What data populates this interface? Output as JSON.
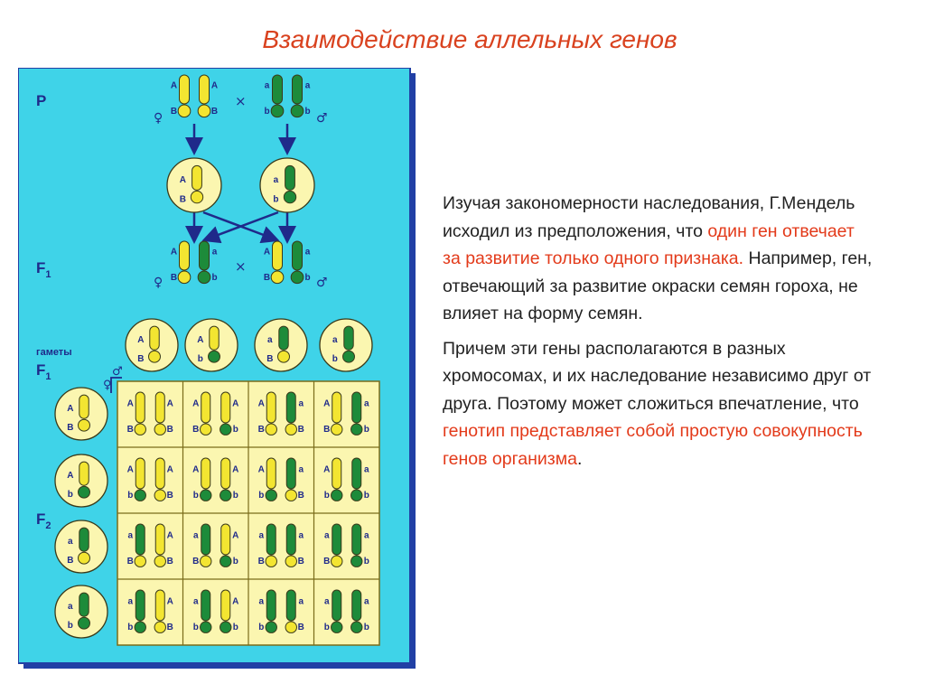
{
  "title": "Взаимодействие аллельных генов",
  "colors": {
    "panel_bg": "#3fd3e8",
    "panel_border": "#2140a5",
    "cell_bg": "#fbf6b0",
    "yellow": "#f3e531",
    "green": "#1d8b3a",
    "arrow": "#1f2a8a",
    "highlight": "#e33a1a"
  },
  "diagram": {
    "label_p": "P",
    "label_f1_base": "F",
    "label_f1_sub": "1",
    "label_gametes": "гаметы",
    "label_f2_base": "F",
    "label_f2_sub": "2",
    "female_symbol": "♀",
    "male_symbol": "♂",
    "cross_symbol": "×",
    "allele_A": "A",
    "allele_a": "a",
    "allele_B": "B",
    "allele_b": "b"
  },
  "text": {
    "p1_a": "Изучая закономерности наследования, Г.Мендель исходил из предположения, что ",
    "p1_b": "один ген отвечает за развитие только одного признака.",
    "p1_c": " Например, ген, отвечающий за развитие окраски семян гороха, не влияет на форму семян.",
    "p2_a": "Причем эти гены располагаются в разных хромосомах, и их наследование независимо друг от друга. Поэтому может сложиться впечатление, что ",
    "p2_b": "генотип представляет собой простую совокупность генов организма",
    "p2_c": "."
  }
}
